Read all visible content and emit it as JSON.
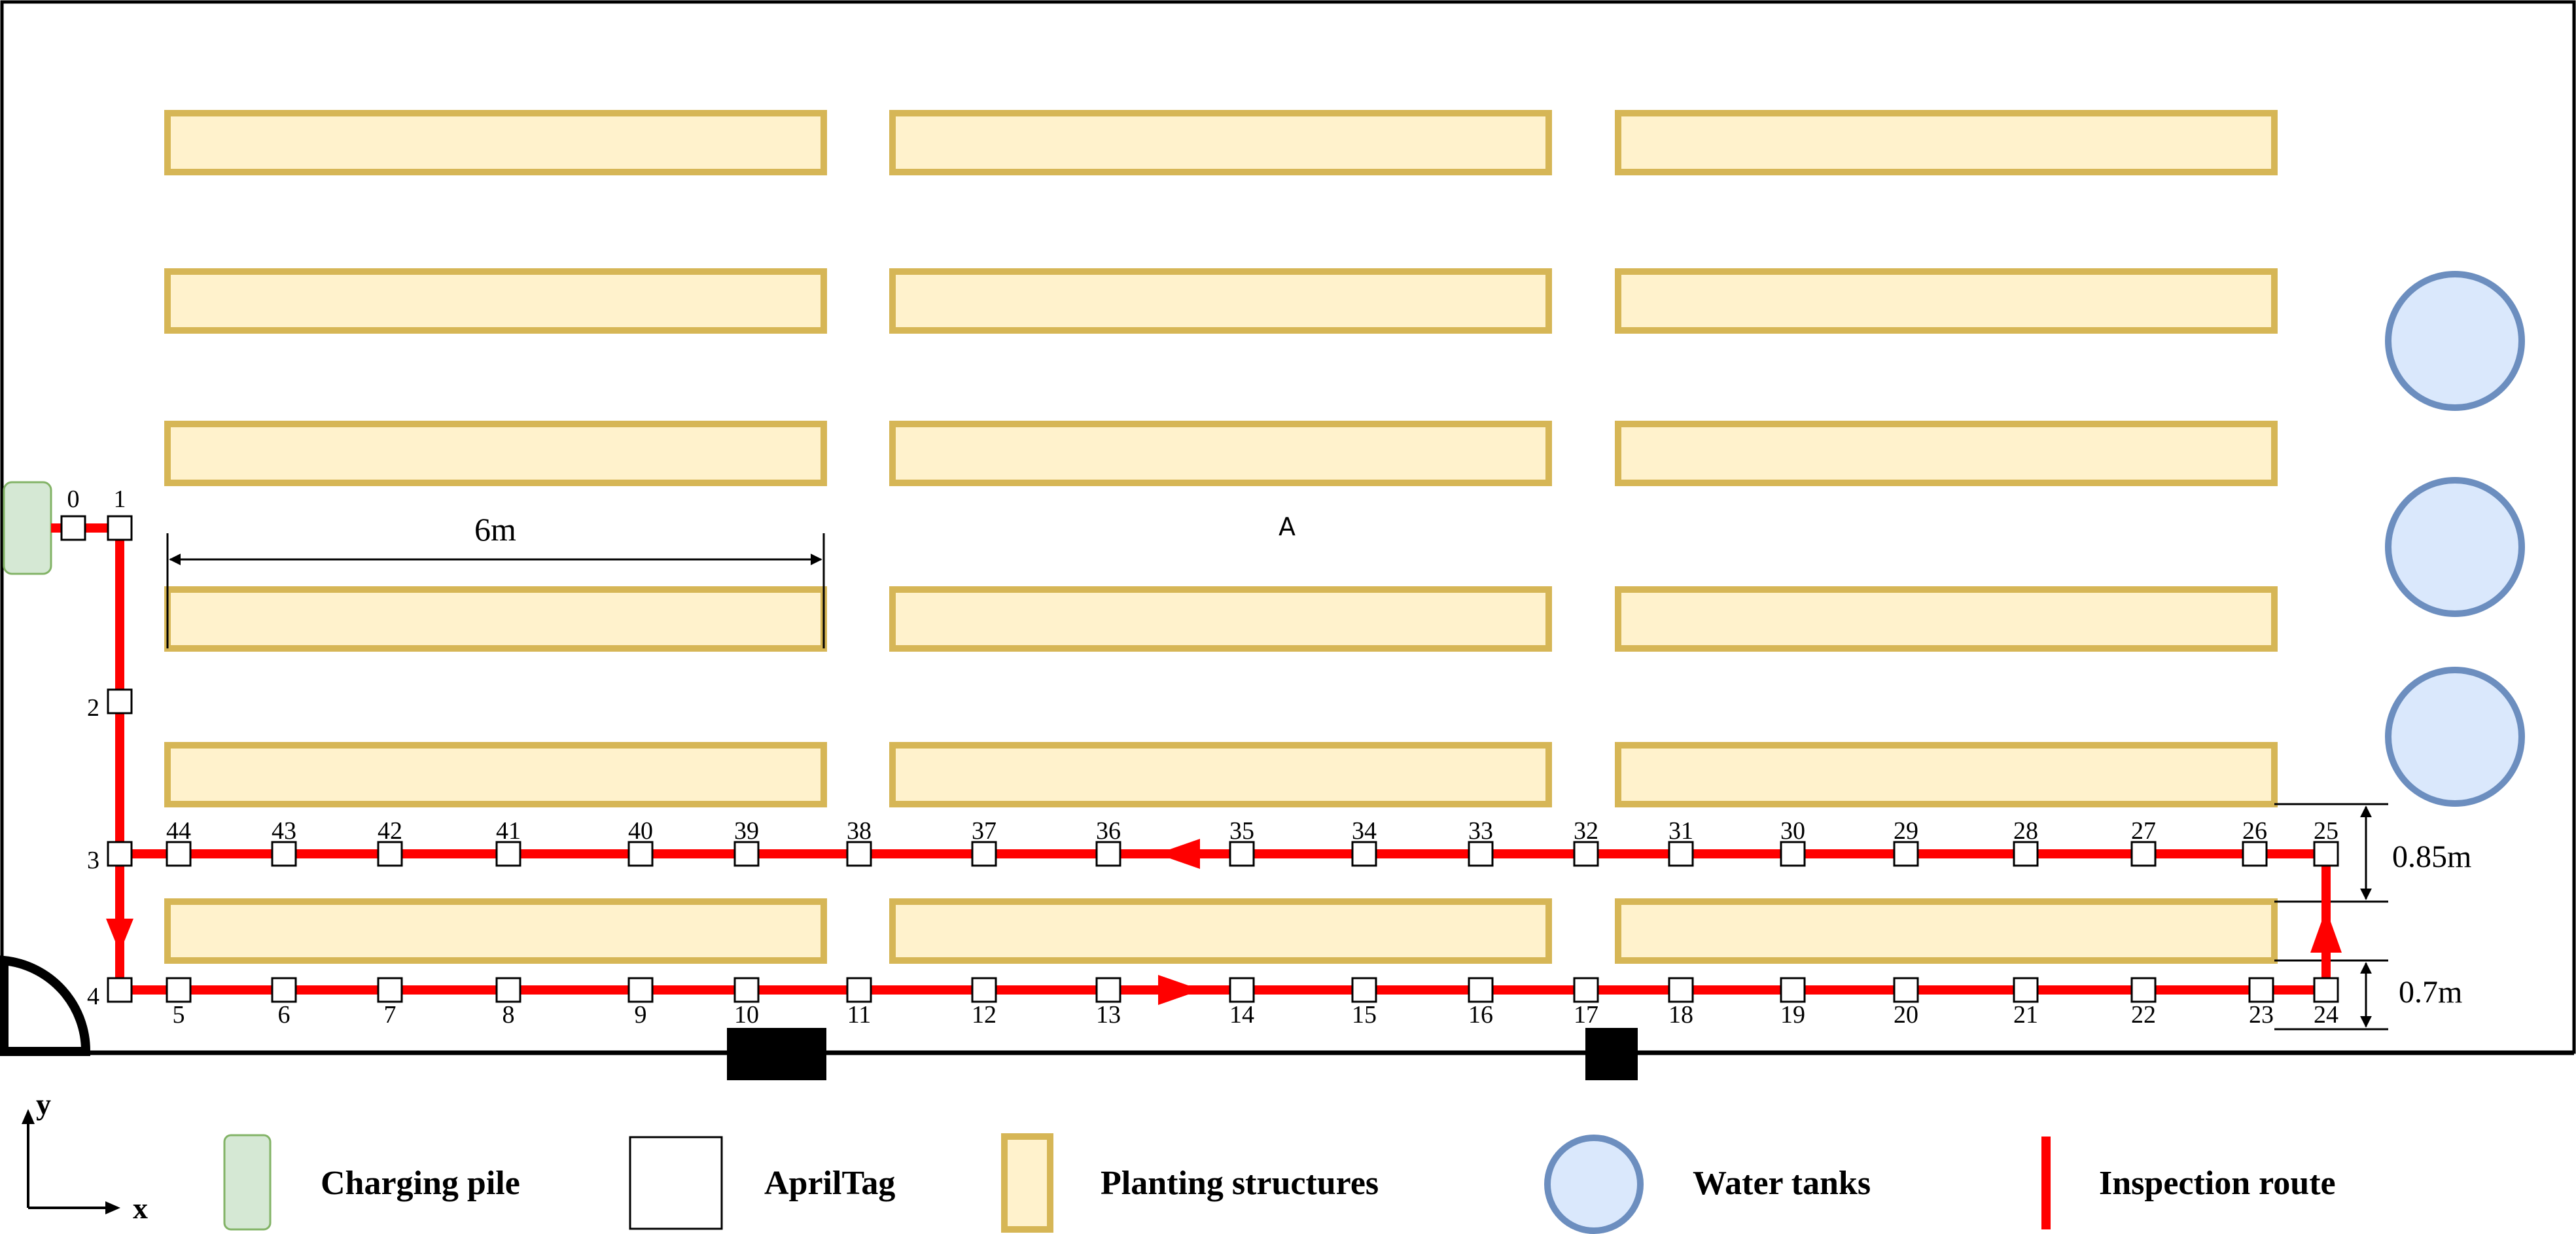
{
  "colors": {
    "planting_fill": "#fff2cc",
    "planting_stroke": "#d6b656",
    "tank_fill": "#dae8fc",
    "tank_stroke": "#6c8ebf",
    "charger_fill": "#d5e8d4",
    "charger_stroke": "#82b366",
    "route": "#ff0000",
    "outline": "#000000"
  },
  "tags": [
    "0",
    "1",
    "2",
    "3",
    "4",
    "5",
    "6",
    "7",
    "8",
    "9",
    "10",
    "11",
    "12",
    "13",
    "14",
    "15",
    "16",
    "17",
    "18",
    "19",
    "20",
    "21",
    "22",
    "23",
    "24",
    "25",
    "26",
    "27",
    "28",
    "29",
    "30",
    "31",
    "32",
    "33",
    "34",
    "35",
    "36",
    "37",
    "38",
    "39",
    "40",
    "41",
    "42",
    "43",
    "44"
  ],
  "dimensions": {
    "bed_length": "6m",
    "upper_gap": "0.85m",
    "lower_gap": "0.7m"
  },
  "marker_a": "A",
  "axes": {
    "x": "x",
    "y": "y"
  },
  "legend": {
    "charging_pile": "Charging pile",
    "apriltag": "AprilTag",
    "planting_structures": "Planting structures",
    "water_tanks": "Water tanks",
    "inspection_route": "Inspection route"
  }
}
